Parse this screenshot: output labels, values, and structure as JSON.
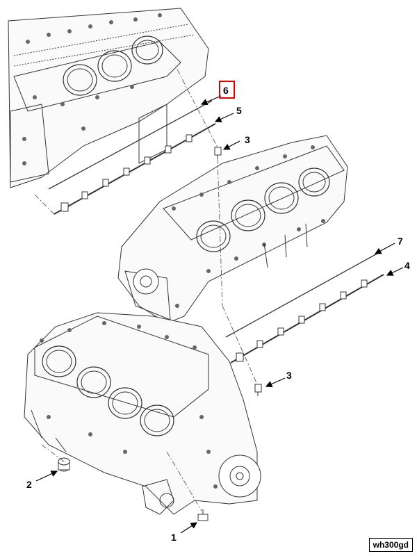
{
  "callouts": {
    "c1": "1",
    "c2": "2",
    "c3_upper": "3",
    "c3_lower": "3",
    "c4": "4",
    "c5": "5",
    "c6": "6",
    "c7": "7"
  },
  "highlight_color": "#e00000",
  "reference_code": "wh300gd"
}
